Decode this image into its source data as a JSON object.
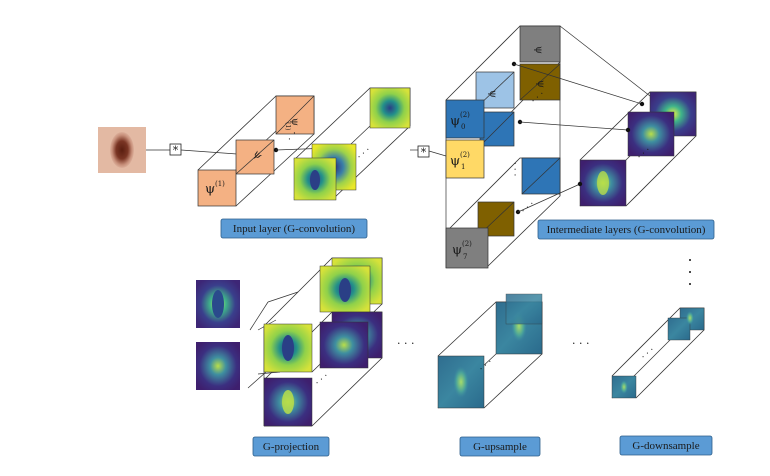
{
  "labels": {
    "input_layer": "Input layer (G-convolution)",
    "intermediate_layers": "Intermediate layers (G-convolution)",
    "g_projection": "G-projection",
    "g_upsample": "G-upsample",
    "g_downsample": "G-downsample"
  },
  "symbols": {
    "conv_operator": "*",
    "psi": "ψ",
    "sup1": "(1)",
    "sup2": "(2)",
    "sub0": "0",
    "sub1": "1",
    "sub7": "7",
    "ellipsis": "· · ·"
  },
  "colors": {
    "label_box": "#5b9bd5",
    "label_box_border": "#2e5f8a",
    "filter_orange": "#f4b183",
    "filter_light_blue": "#9dc3e6",
    "filter_blue": "#2e75b6",
    "filter_yellow": "#ffd966",
    "filter_brown": "#7f6000",
    "filter_gray": "#7f7f7f",
    "map_viridis_dark": "#3b2a78",
    "map_viridis_teal": "#2a8c8a",
    "map_viridis_yellow": "#d9e021"
  }
}
